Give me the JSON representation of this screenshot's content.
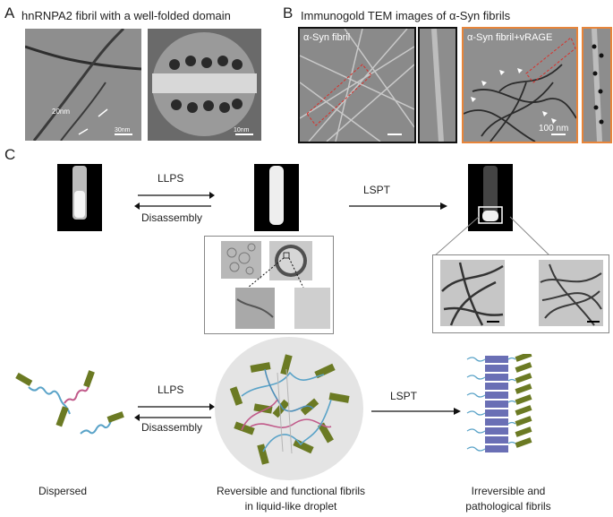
{
  "panel_a": {
    "letter": "A",
    "title": "hnRNPA2 fibril with a well-folded domain",
    "em1_width_label": "20nm",
    "em1_scale": "30nm",
    "em2_scale": "10nm"
  },
  "panel_b": {
    "letter": "B",
    "title": "Immunogold TEM images of α-Syn fibrils",
    "img1_label": "α-Syn fibril",
    "img2_label": "α-Syn fibril+vRAGE",
    "img2_scale": "100 nm",
    "colors": {
      "box1": "#111111",
      "box2": "#e8853a",
      "dash": "#d9302a"
    }
  },
  "panel_c": {
    "letter": "C",
    "top": {
      "llps": "LLPS",
      "disassembly": "Disassembly",
      "lspt": "LSPT"
    },
    "bottom": {
      "llps": "LLPS",
      "disassembly": "Disassembly",
      "lspt": "LSPT",
      "dispersed": "Dispersed",
      "droplet_line1": "Reversible and functional fibrils",
      "droplet_line2": "in liquid-like droplet",
      "irrev_line1": "Irreversible and",
      "irrev_line2": "pathological fibrils"
    },
    "colors": {
      "rod": "#6b7a23",
      "block": "#6a6fb5",
      "chain_a": "#5aa3c8",
      "chain_b": "#c15a8a",
      "droplet": "#e4e4e4"
    }
  }
}
